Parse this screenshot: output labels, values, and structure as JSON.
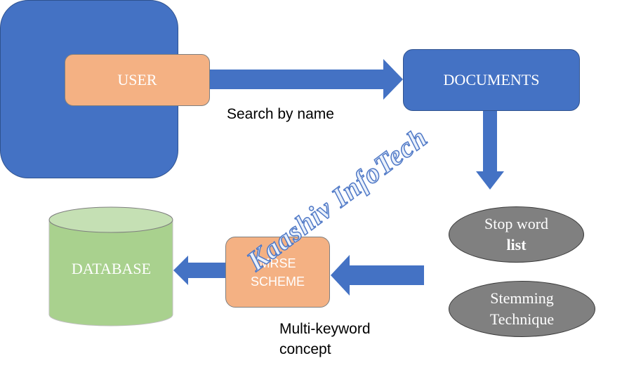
{
  "diagram": {
    "nodes": {
      "user": "USER",
      "documents": "DOCUMENTS",
      "mrse_line1": "MRSE",
      "mrse_line2": "SCHEME",
      "database": "DATABASE",
      "stopword_line1": "Stop word",
      "stopword_line2": "list",
      "stemming_line1": "Stemming",
      "stemming_line2": "Technique"
    },
    "edge_labels": {
      "search": "Search by name",
      "multi_line1": "Multi-keyword",
      "multi_line2": "concept"
    },
    "watermark": "Kaashiv InfoTech",
    "colors": {
      "arrow": "#4472c4",
      "orange": "#f4b183",
      "blue": "#4472c4",
      "green": "#a9d18e",
      "green_top": "#c5e0b4",
      "gray": "#808080"
    }
  }
}
